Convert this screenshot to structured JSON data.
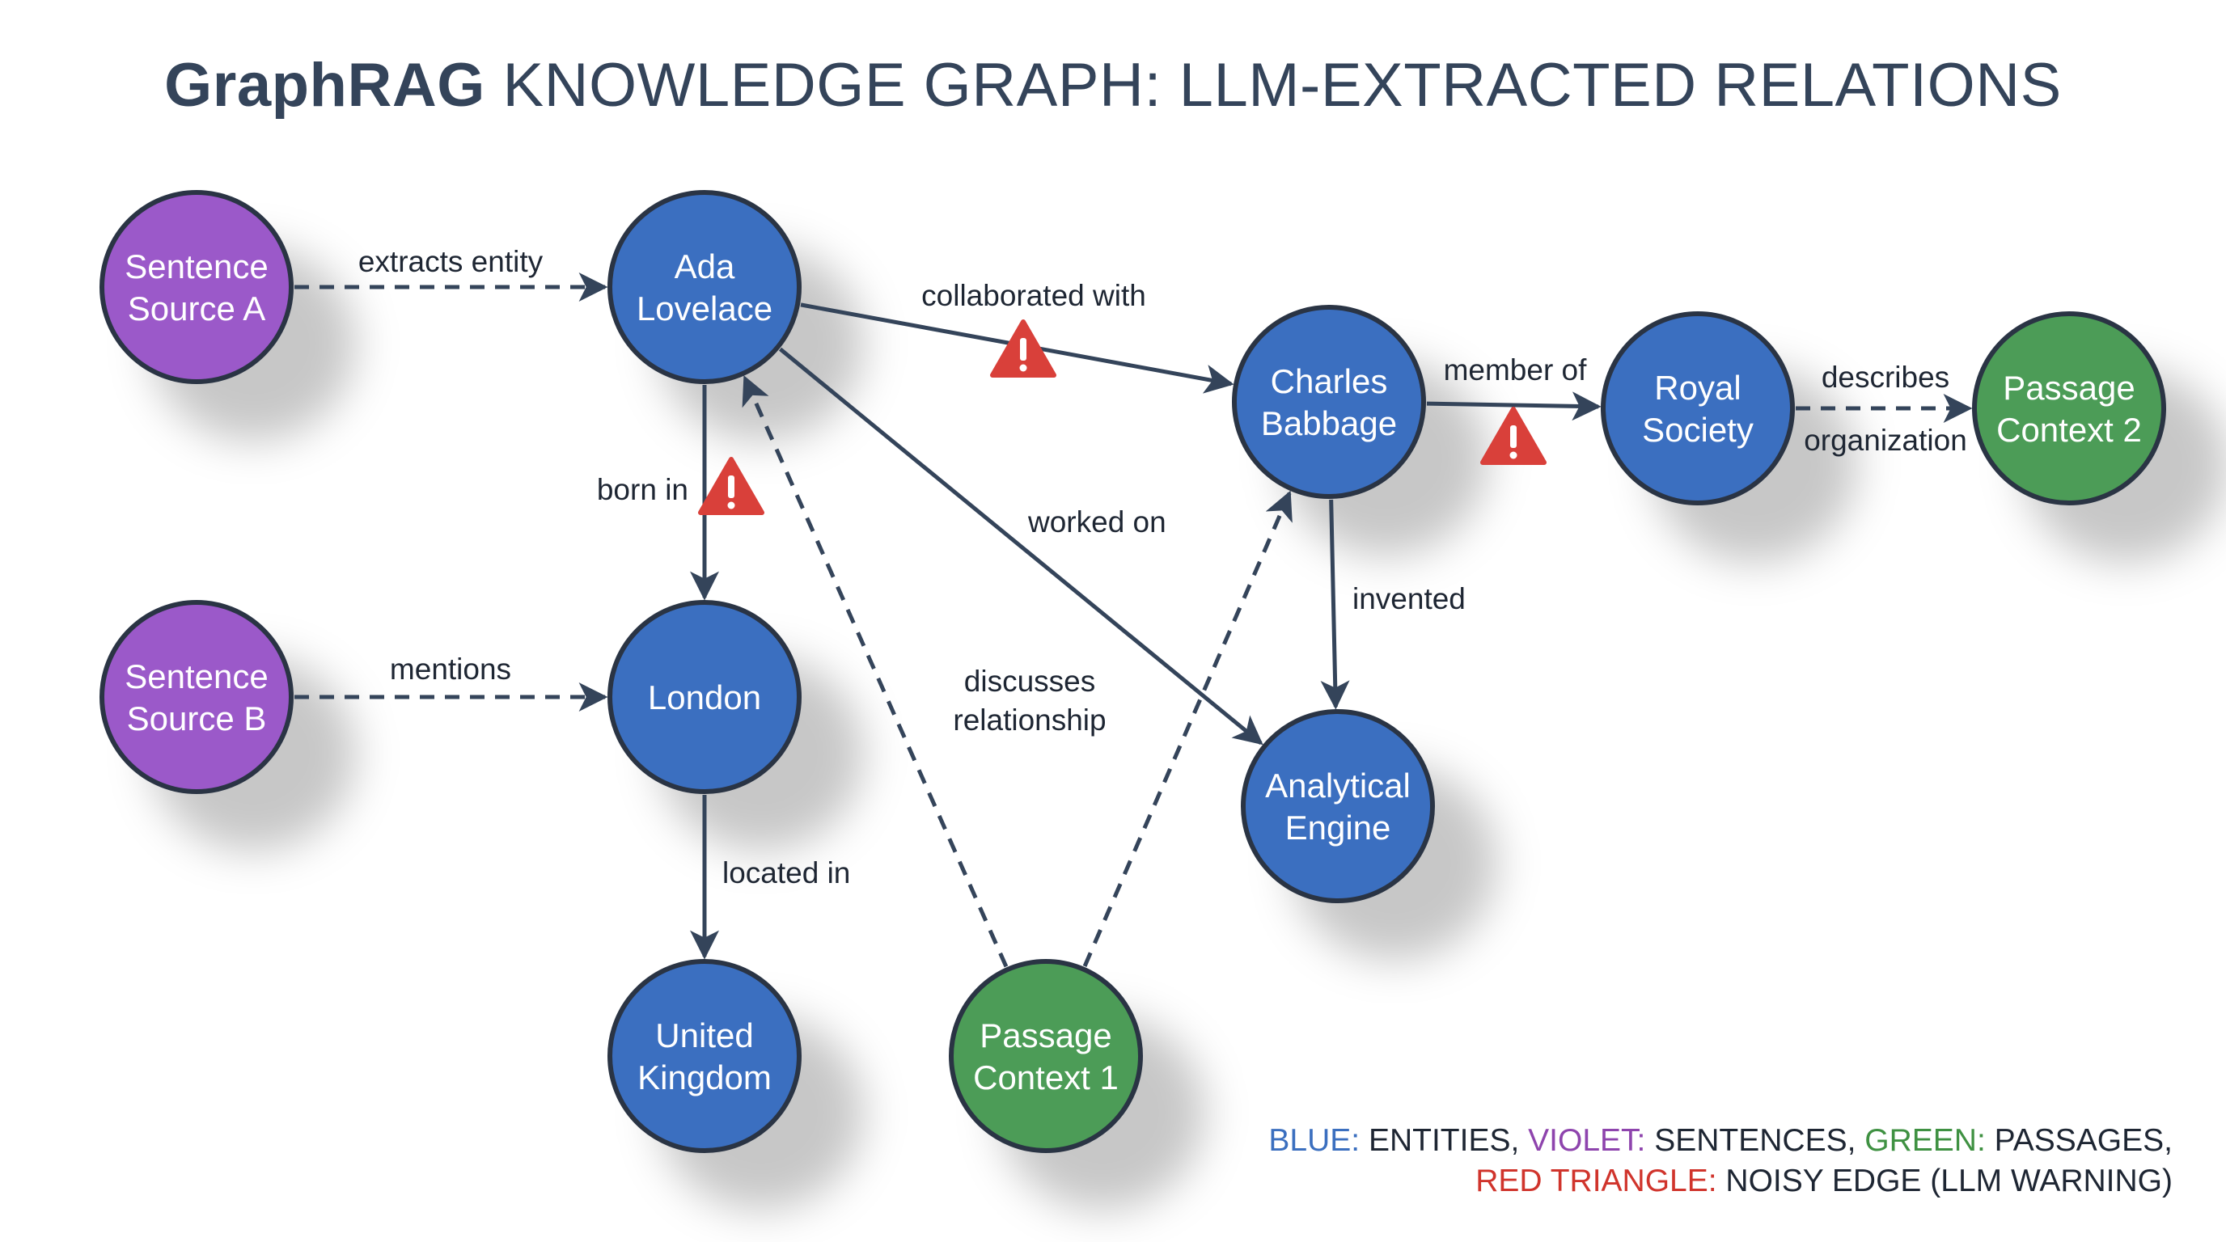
{
  "title": {
    "bold": "GraphRAG",
    "rest": "KNOWLEDGE GRAPH: LLM-EXTRACTED RELATIONS"
  },
  "colors": {
    "entity": "#3b6fc0",
    "sentence": "#9b59c9",
    "passage": "#4c9c57",
    "edge": "#34445a",
    "warning": "#d9403a",
    "legend_blue": "#3b6fbf",
    "legend_violet": "#8e44ad",
    "legend_green": "#3f9142",
    "legend_red": "#d0342c"
  },
  "nodes": [
    {
      "id": "sentA",
      "type": "sentence",
      "lines": [
        "Sentence",
        "Source A"
      ]
    },
    {
      "id": "ada",
      "type": "entity",
      "lines": [
        "Ada",
        "Lovelace"
      ]
    },
    {
      "id": "babbage",
      "type": "entity",
      "lines": [
        "Charles",
        "Babbage"
      ]
    },
    {
      "id": "royal",
      "type": "entity",
      "lines": [
        "Royal",
        "Society"
      ]
    },
    {
      "id": "pass2",
      "type": "passage",
      "lines": [
        "Passage",
        "Context 2"
      ]
    },
    {
      "id": "sentB",
      "type": "sentence",
      "lines": [
        "Sentence",
        "Source B"
      ]
    },
    {
      "id": "london",
      "type": "entity",
      "lines": [
        "London"
      ]
    },
    {
      "id": "engine",
      "type": "entity",
      "lines": [
        "Analytical",
        "Engine"
      ]
    },
    {
      "id": "uk",
      "type": "entity",
      "lines": [
        "United",
        "Kingdom"
      ]
    },
    {
      "id": "pass1",
      "type": "passage",
      "lines": [
        "Passage",
        "Context 1"
      ]
    }
  ],
  "edges": [
    {
      "from": "sentA",
      "to": "ada",
      "dashed": true,
      "warning": false,
      "label": [
        "extracts entity"
      ]
    },
    {
      "from": "ada",
      "to": "babbage",
      "dashed": false,
      "warning": true,
      "label": [
        "collaborated with"
      ]
    },
    {
      "from": "babbage",
      "to": "royal",
      "dashed": false,
      "warning": true,
      "label": [
        "member of"
      ]
    },
    {
      "from": "royal",
      "to": "pass2",
      "dashed": true,
      "warning": false,
      "label": [
        "describes",
        "organization"
      ]
    },
    {
      "from": "ada",
      "to": "london",
      "dashed": false,
      "warning": true,
      "label": [
        "born in"
      ]
    },
    {
      "from": "ada",
      "to": "engine",
      "dashed": false,
      "warning": false,
      "label": [
        "worked on"
      ]
    },
    {
      "from": "babbage",
      "to": "engine",
      "dashed": false,
      "warning": false,
      "label": [
        "invented"
      ]
    },
    {
      "from": "sentB",
      "to": "london",
      "dashed": true,
      "warning": false,
      "label": [
        "mentions"
      ]
    },
    {
      "from": "london",
      "to": "uk",
      "dashed": false,
      "warning": false,
      "label": [
        "located in"
      ]
    },
    {
      "from": "pass1",
      "to": "ada",
      "dashed": true,
      "warning": false,
      "label": [
        "discusses",
        "relationship"
      ]
    },
    {
      "from": "pass1",
      "to": "babbage",
      "dashed": true,
      "warning": false,
      "label": []
    }
  ],
  "legend": {
    "line1": [
      {
        "text": "BLUE:",
        "color": "legend_blue"
      },
      {
        "text": " ENTITIES, ",
        "color": null
      },
      {
        "text": "VIOLET:",
        "color": "legend_violet"
      },
      {
        "text": " SENTENCES, ",
        "color": null
      },
      {
        "text": "GREEN:",
        "color": "legend_green"
      },
      {
        "text": " PASSAGES,",
        "color": null
      }
    ],
    "line2": [
      {
        "text": "RED TRIANGLE:",
        "color": "legend_red"
      },
      {
        "text": " NOISY EDGE (LLM WARNING)",
        "color": null
      }
    ]
  }
}
